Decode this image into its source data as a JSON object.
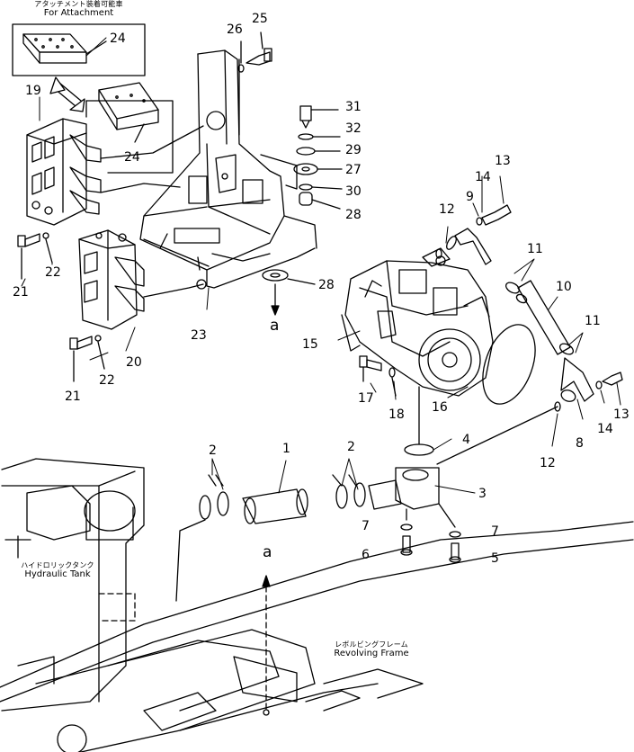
{
  "attachment_box": {
    "jp": "アタッチメント装着可能車",
    "en": "For Attachment",
    "part": "24"
  },
  "tank_caption": {
    "jp": "ハイドロリックタンク",
    "en": "Hydraulic Tank"
  },
  "frame_caption": {
    "jp": "レボルビングフレーム",
    "en": "Revolving Frame"
  },
  "callouts": {
    "c1": "1",
    "c2a": "2",
    "c2b": "2",
    "c3": "3",
    "c4": "4",
    "c5": "5",
    "c6": "6",
    "c7a": "7",
    "c7b": "7",
    "c8": "8",
    "c9": "9",
    "c10": "10",
    "c11a": "11",
    "c11b": "11",
    "c12a": "12",
    "c12b": "12",
    "c13a": "13",
    "c13b": "13",
    "c14a": "14",
    "c14b": "14",
    "c15": "15",
    "c16": "16",
    "c17": "17",
    "c18": "18",
    "c19": "19",
    "c20": "20",
    "c21a": "21",
    "c21b": "21",
    "c22a": "22",
    "c22b": "22",
    "c23": "23",
    "c24b": "24",
    "c25": "25",
    "c26": "26",
    "c27": "27",
    "c28a": "28",
    "c28b": "28",
    "c29": "29",
    "c30": "30",
    "c31": "31",
    "c32": "32",
    "ca1": "a",
    "ca2": "a"
  }
}
